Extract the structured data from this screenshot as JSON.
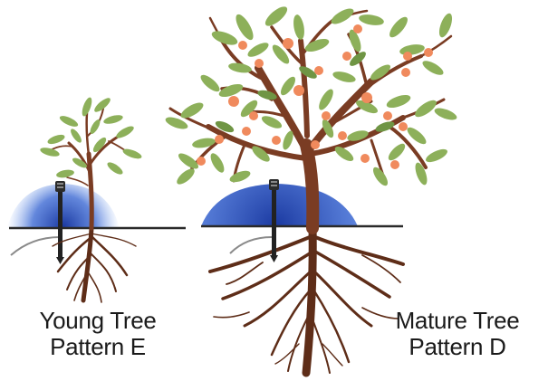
{
  "young_tree": {
    "line1": "Young Tree",
    "line2": "Pattern E"
  },
  "mature_tree": {
    "line1": "Mature Tree",
    "line2": "Pattern D"
  },
  "colors": {
    "trunk": "#7a3c23",
    "root": "#5e2d18",
    "leaf": "#8db05a",
    "leaf_dark": "#6f9544",
    "fruit": "#f08a5d",
    "spray": "#2f5fd0",
    "emitter": "#222222",
    "ground": "#2a2a2a",
    "tube": "#8a8a8a",
    "text": "#1a1a1a"
  },
  "icons": {
    "young_emitter": "sprinkler-emitter-icon",
    "mature_emitter": "sprinkler-emitter-icon"
  }
}
